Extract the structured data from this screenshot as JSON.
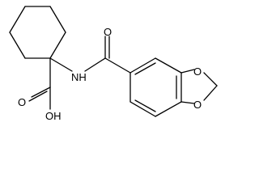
{
  "colors": {
    "background": "#ffffff",
    "ink": "#000000"
  },
  "labels": {
    "carbonyl_oxygen": "O",
    "amide_nh": "NH",
    "acid_hydroxyl": "OH",
    "acid_carbonyl_oxygen": "O",
    "dioxole_oxygen_top": "O",
    "dioxole_oxygen_bottom": "O"
  }
}
